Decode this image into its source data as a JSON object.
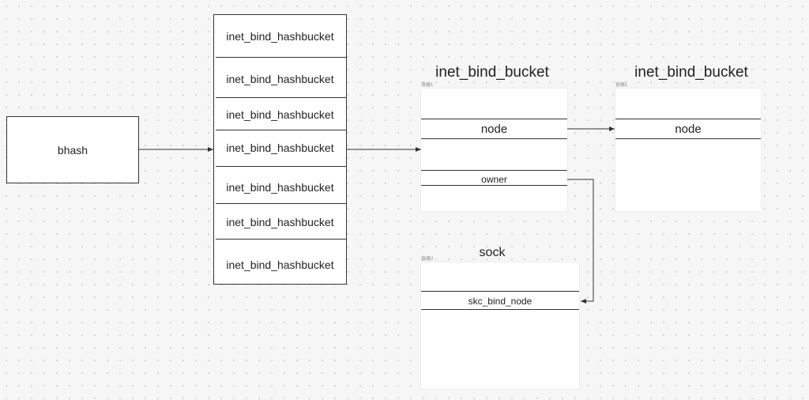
{
  "bhash": {
    "label": "bhash"
  },
  "hashbucket_table": {
    "rows": [
      "inet_bind_hashbucket",
      "inet_bind_hashbucket",
      "inet_bind_hashbucket",
      "inet_bind_hashbucket",
      "inet_bind_hashbucket",
      "inet_bind_hashbucket",
      "inet_bind_hashbucket"
    ]
  },
  "bucket1": {
    "title": "inet_bind_bucket",
    "tag": "容器1",
    "node_label": "node",
    "owner_label": "owner"
  },
  "bucket2": {
    "title": "inet_bind_bucket",
    "tag": "容器1",
    "node_label": "node"
  },
  "sock": {
    "title": "sock",
    "tag": "容器2",
    "field_label": "skc_bind_node"
  }
}
